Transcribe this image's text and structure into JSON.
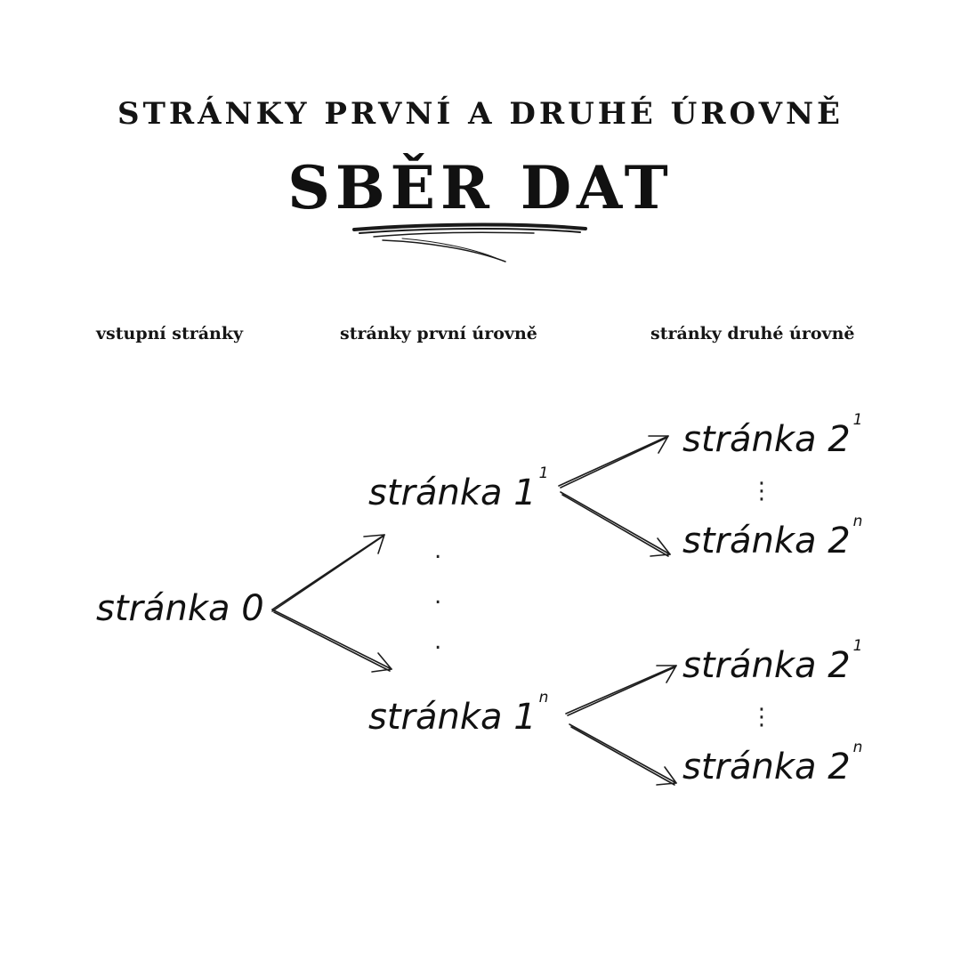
{
  "header": {
    "kicker": "STRÁNKY PRVNÍ A DRUHÉ ÚROVNĚ",
    "title": "SBĚR DAT"
  },
  "columns": {
    "entry": "vstupní stránky",
    "level1": "stránky první úrovně",
    "level2": "stránky druhé úrovně"
  },
  "nodes": {
    "root": {
      "label": "stránka 0"
    },
    "level1_first": {
      "label": "stránka 1",
      "index": "1"
    },
    "level1_last": {
      "label": "stránka 1",
      "index": "n"
    },
    "group_a_first": {
      "label": "stránka 2",
      "index": "1"
    },
    "group_a_last": {
      "label": "stránka 2",
      "index": "n"
    },
    "group_b_first": {
      "label": "stránka 2",
      "index": "1"
    },
    "group_b_last": {
      "label": "stránka 2",
      "index": "n"
    }
  },
  "ellipsis": {
    "vertical": "⋮",
    "dot": "."
  },
  "colors": {
    "ink": "#141414",
    "background": "#ffffff"
  }
}
